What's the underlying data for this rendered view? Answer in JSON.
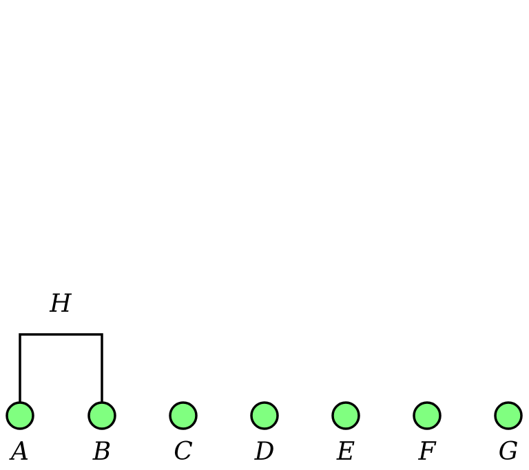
{
  "colors": {
    "node_fill": "#80ff80",
    "node_stroke": "#000000",
    "line": "#000000"
  },
  "nodes": [
    {
      "label": "A"
    },
    {
      "label": "B"
    },
    {
      "label": "C"
    },
    {
      "label": "D"
    },
    {
      "label": "E"
    },
    {
      "label": "F"
    },
    {
      "label": "G"
    }
  ],
  "clusters": [
    {
      "label": "H",
      "members": [
        "A",
        "B"
      ]
    }
  ]
}
